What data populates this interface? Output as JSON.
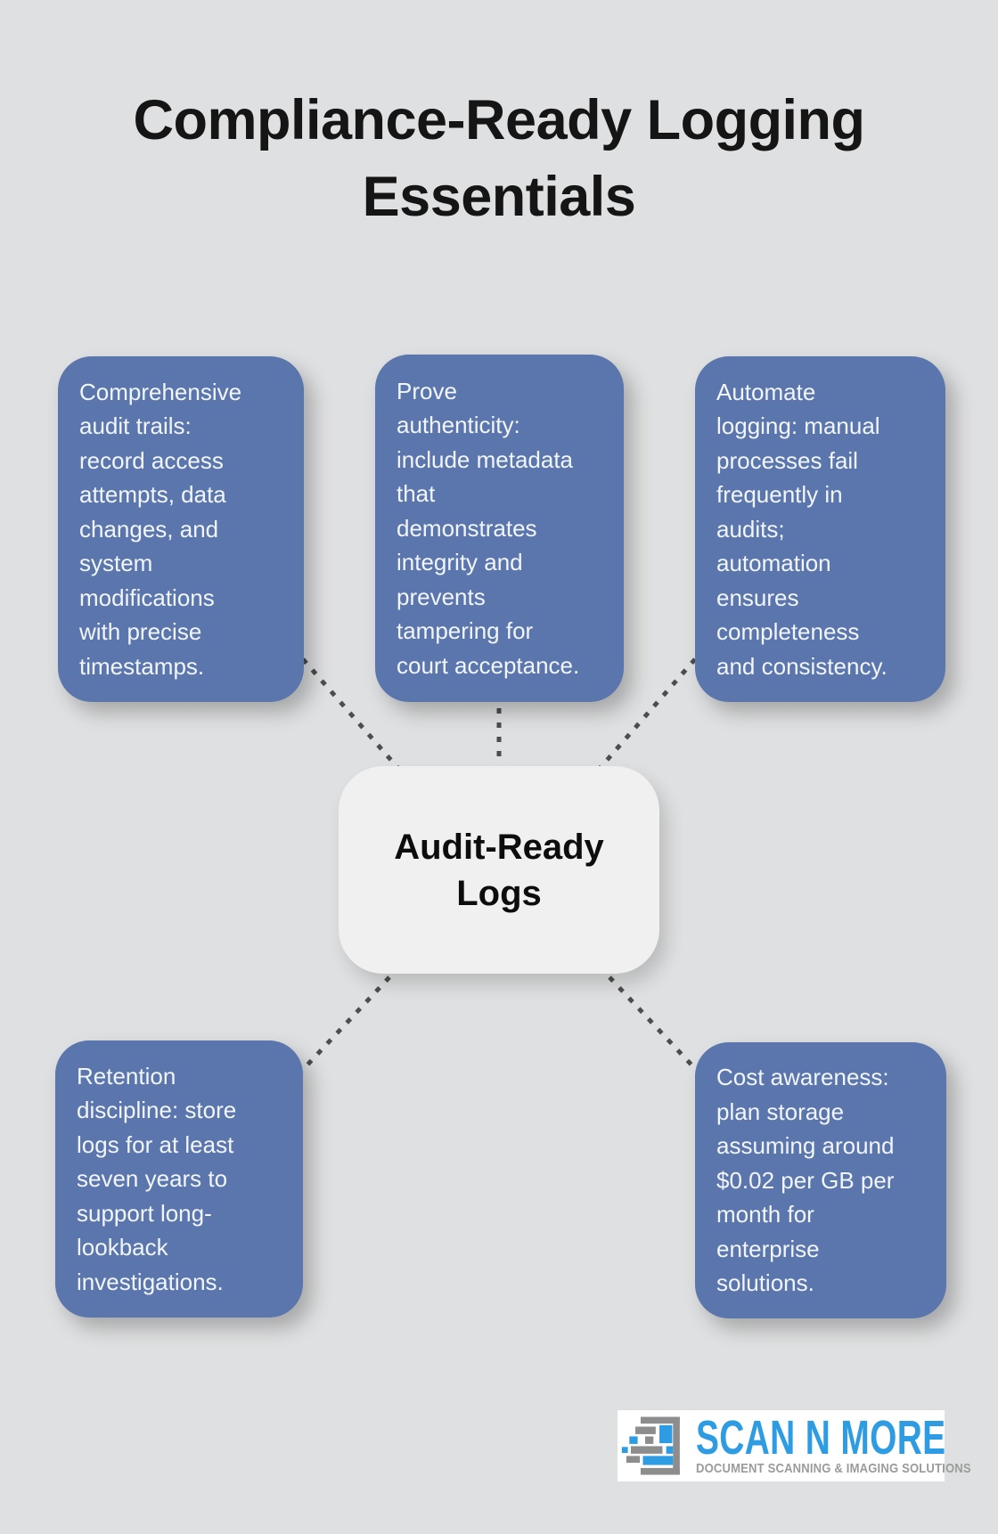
{
  "title": "Compliance-Ready Logging\nEssentials",
  "center": {
    "label": "Audit-Ready\nLogs"
  },
  "nodes": [
    {
      "text": "Comprehensive\naudit trails:\nrecord access\nattempts, data\nchanges, and\nsystem\nmodifications\nwith precise\ntimestamps."
    },
    {
      "text": "Prove\nauthenticity:\ninclude metadata\nthat\ndemonstrates\nintegrity and\nprevents\ntampering for\ncourt acceptance."
    },
    {
      "text": "Automate\nlogging: manual\nprocesses fail\nfrequently in\naudits;\nautomation\nensures\ncompleteness\nand consistency."
    },
    {
      "text": "Retention\ndiscipline: store\nlogs for at least\nseven years to\nsupport long-\nlookback\ninvestigations."
    },
    {
      "text": "Cost awareness:\nplan storage\nassuming around\n$0.02 per GB per\nmonth for\nenterprise\nsolutions."
    }
  ],
  "logo": {
    "name": "SCAN N MORE",
    "tagline": "DOCUMENT SCANNING & IMAGING SOLUTIONS"
  },
  "colors": {
    "background": "#dfe0e1",
    "node_fill": "#5a76ad",
    "node_text": "#f2f5f9",
    "center_fill": "#f0f0f1",
    "center_text": "#0d0d0d",
    "title_color": "#151515",
    "connector": "#4d4d4d",
    "logo_blue": "#2d9ce3",
    "logo_gray": "#9b9b9b",
    "logo_icon_gray": "#8d8d8d"
  }
}
